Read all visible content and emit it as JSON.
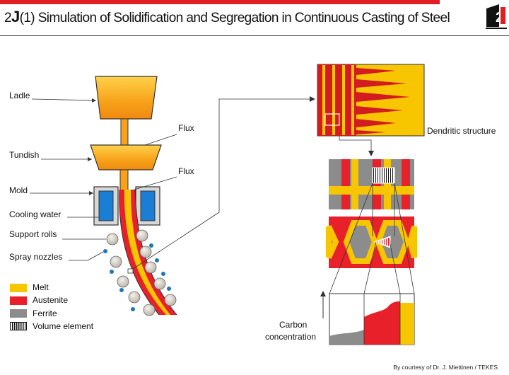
{
  "header": {
    "section_number": "2",
    "section_letter": "J",
    "section_index": "(1)",
    "title": "Simulation of Solidification and Segregation in Continuous Casting of Steel"
  },
  "labels": {
    "ladle": "Ladle",
    "flux_top": "Flux",
    "tundish": "Tundish",
    "flux_bottom": "Flux",
    "mold": "Mold",
    "cooling_water": "Cooling water",
    "support_rolls": "Support rolls",
    "spray_nozzles": "Spray nozzles",
    "dendritic_structure": "Dendritic structure",
    "carbon_concentration_line1": "Carbon",
    "carbon_concentration_line2": "concentration"
  },
  "legend": [
    {
      "label": "Melt",
      "color": "#f7c600"
    },
    {
      "label": "Austenite",
      "color": "#e8202a"
    },
    {
      "label": "Ferrite",
      "color": "#8c8c8c"
    },
    {
      "label": "Volume element",
      "color": "#ffffff"
    }
  ],
  "credit": "By courtesy of Dr. J. Miettinen / TEKES",
  "colors": {
    "melt": "#f7c600",
    "austenite": "#e8202a",
    "ferrite": "#8c8c8c",
    "cooling_water": "#1a7fd4",
    "roll": "#d9d4cc",
    "nozzle": "#1d78b7",
    "accent_red": "#e01e24"
  },
  "icons": {
    "logo": "twenty-one-logo"
  }
}
